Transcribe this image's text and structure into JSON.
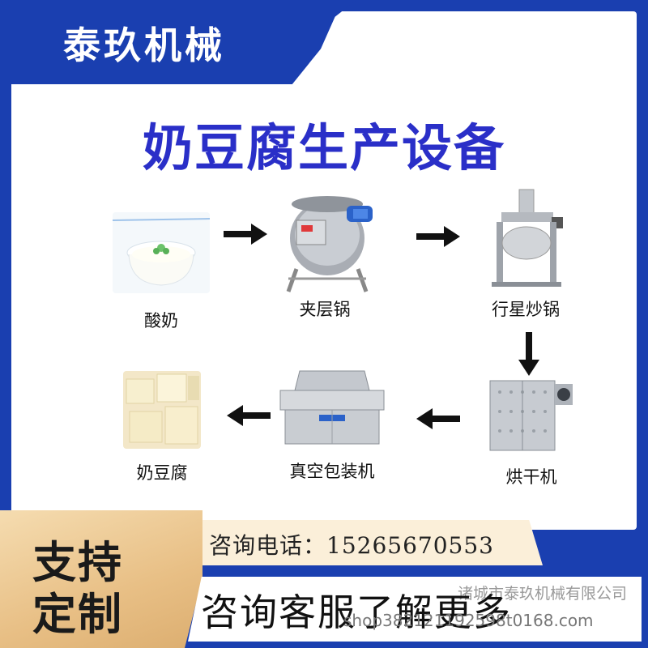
{
  "brand": {
    "name": "泰玖机械"
  },
  "title": "奶豆腐生产设备",
  "steps": {
    "yogurt": "酸奶",
    "jacketed_kettle": "夹层锅",
    "planetary_wok": "行星炒锅",
    "dryer": "烘干机",
    "vacuum_packer": "真空包装机",
    "milk_tofu": "奶豆腐"
  },
  "bottom": {
    "customize_line1": "支持",
    "customize_line2": "定制",
    "phone": "咨询电话：15265670553",
    "service": "咨询客服了解更多",
    "company": "诸城市泰玖机械有限公司",
    "shop": "shop382121192598t0168.com"
  },
  "colors": {
    "brand_blue": "#1a3fb0",
    "title_blue": "#2a2fc8",
    "gold": "#e8bf85"
  }
}
